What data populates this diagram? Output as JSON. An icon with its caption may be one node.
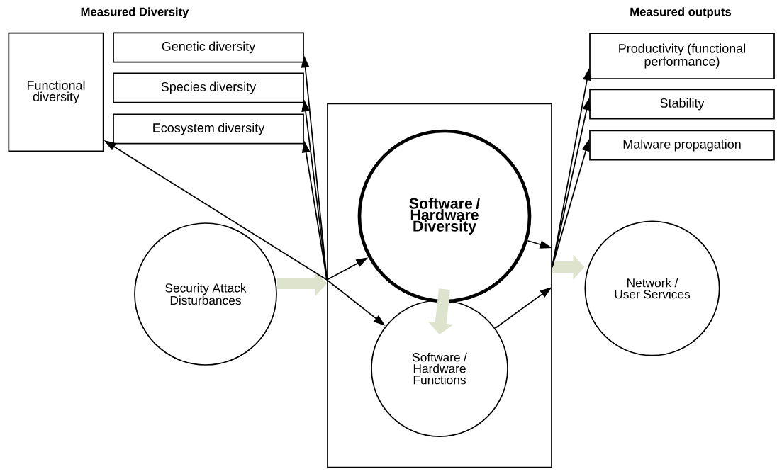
{
  "diagram": {
    "nodes": [
      {
        "text": [
          "Functional diversity"
        ]
      },
      {
        "text": [
          "Genetic diversity"
        ]
      },
      {
        "text": [
          "Species diversity"
        ]
      },
      {
        "text": [
          "Ecosystem diversity"
        ]
      },
      {
        "text": [
          "Productivity (functional performance)"
        ]
      },
      {
        "text": [
          "Stability"
        ]
      },
      {
        "text": [
          "Malware propagation"
        ]
      },
      {
        "text": [],
        "shape": "box"
      },
      {
        "text": [
          "Software / Hardware Diversity"
        ],
        "in": 7
      },
      {
        "text": [
          "Software / Hardware Functions"
        ],
        "in": 7
      },
      {
        "text": [
          "Security Attack Disturbances"
        ]
      },
      {
        "text": [
          "Network / User Services"
        ]
      }
    ],
    "edges": [
      {
        "from": 10,
        "to": 7,
        "arrow": "to",
        "style": "thick",
        "color": "#dde3cc"
      },
      {
        "from": 7,
        "to": 0,
        "arrow": "to"
      },
      {
        "from": 7,
        "to": 1,
        "arrow": "to"
      },
      {
        "from": 7,
        "to": 2,
        "arrow": "to"
      },
      {
        "from": 7,
        "to": 3,
        "arrow": "to"
      },
      {
        "from": 7,
        "to": 8,
        "arrow": "to"
      },
      {
        "from": 7,
        "to": 9,
        "arrow": "to"
      },
      {
        "from": 8,
        "to": 9,
        "arrow": "to",
        "style": "thick",
        "color": "#dde3cc"
      },
      {
        "from": 8,
        "to": 7,
        "arrow": "to"
      },
      {
        "from": 9,
        "to": 7,
        "arrow": "to"
      },
      {
        "from": 7,
        "to": 11,
        "arrow": "to",
        "style": "thick",
        "color": "#dde3cc"
      },
      {
        "from": 7,
        "to": 4,
        "arrow": "to"
      },
      {
        "from": 7,
        "to": 5,
        "arrow": "to"
      },
      {
        "from": 7,
        "to": 6,
        "arrow": "to"
      }
    ],
    "labels": [
      "Measured Diversity",
      "Measured outputs"
    ]
  }
}
